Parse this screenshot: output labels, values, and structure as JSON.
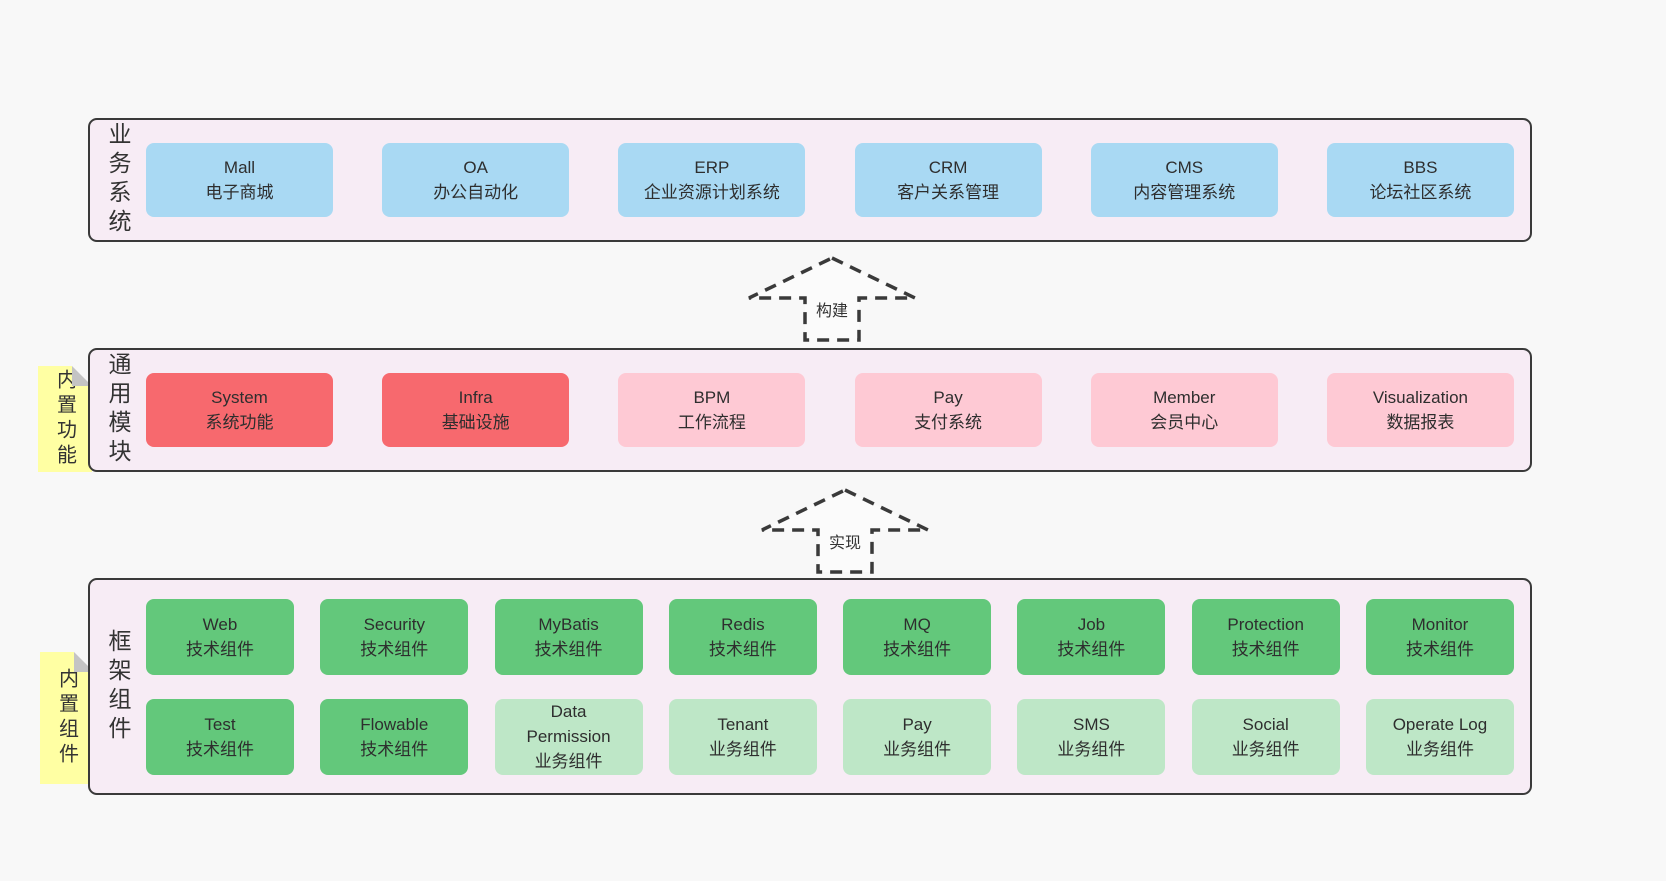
{
  "bands": {
    "business": {
      "label": "业务系统",
      "boxes": [
        {
          "name": "Mall",
          "desc": "电子商城"
        },
        {
          "name": "OA",
          "desc": "办公自动化"
        },
        {
          "name": "ERP",
          "desc": "企业资源计划系统"
        },
        {
          "name": "CRM",
          "desc": "客户关系管理"
        },
        {
          "name": "CMS",
          "desc": "内容管理系统"
        },
        {
          "name": "BBS",
          "desc": "论坛社区系统"
        }
      ]
    },
    "modules": {
      "label": "通用模块",
      "sticky": "内置功能",
      "boxes": [
        {
          "name": "System",
          "desc": "系统功能"
        },
        {
          "name": "Infra",
          "desc": "基础设施"
        },
        {
          "name": "BPM",
          "desc": "工作流程"
        },
        {
          "name": "Pay",
          "desc": "支付系统"
        },
        {
          "name": "Member",
          "desc": "会员中心"
        },
        {
          "name": "Visualization",
          "desc": "数据报表"
        }
      ]
    },
    "framework": {
      "label": "框架组件",
      "sticky": "内置组件",
      "rows": [
        [
          {
            "name": "Web",
            "desc": "技术组件"
          },
          {
            "name": "Security",
            "desc": "技术组件"
          },
          {
            "name": "MyBatis",
            "desc": "技术组件"
          },
          {
            "name": "Redis",
            "desc": "技术组件"
          },
          {
            "name": "MQ",
            "desc": "技术组件"
          },
          {
            "name": "Job",
            "desc": "技术组件"
          },
          {
            "name": "Protection",
            "desc": "技术组件"
          },
          {
            "name": "Monitor",
            "desc": "技术组件"
          }
        ],
        [
          {
            "name": "Test",
            "desc": "技术组件"
          },
          {
            "name": "Flowable",
            "desc": "技术组件"
          },
          {
            "name": "Data Permission",
            "desc": "业务组件"
          },
          {
            "name": "Tenant",
            "desc": "业务组件"
          },
          {
            "name": "Pay",
            "desc": "业务组件"
          },
          {
            "name": "SMS",
            "desc": "业务组件"
          },
          {
            "name": "Social",
            "desc": "业务组件"
          },
          {
            "name": "Operate Log",
            "desc": "业务组件"
          }
        ]
      ]
    }
  },
  "arrows": [
    {
      "label": "构建"
    },
    {
      "label": "实现"
    }
  ],
  "colors": {
    "page_bg": "#f8f8f8",
    "band_bg": "#f7ecf5",
    "band_border": "#3a3a3a",
    "blue": "#a9d9f3",
    "red": "#f7696e",
    "pink": "#fec9d4",
    "green": "#63c87b",
    "light_green": "#bee7c7",
    "sticky_yellow": "#ffffa3",
    "fold_gray": "#c4c4c4",
    "text": "#333333"
  }
}
